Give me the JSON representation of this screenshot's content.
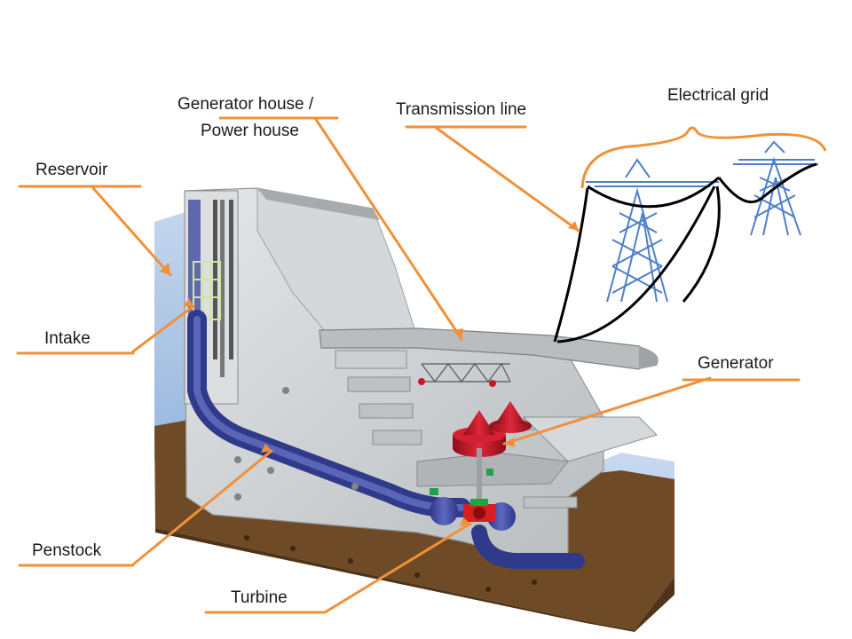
{
  "labels": {
    "reservoir": "Reservoir",
    "intake": "Intake",
    "penstock": "Penstock",
    "turbine": "Turbine",
    "generator_house_line1": "Generator house /",
    "generator_house_line2": "Power house",
    "transmission_line": "Transmission line",
    "electrical_grid": "Electrical grid",
    "generator": "Generator"
  },
  "colors": {
    "callout": "#f0913a",
    "concrete": "#c9ccce",
    "water": "#a9c4e3",
    "soil": "#6e4a26",
    "penstock": "#3f4aa0",
    "tower": "#4f7fc9",
    "generator": "#c8182a",
    "turbine": "#d42020"
  },
  "icons": [
    "transmission-tower-icon",
    "generator-icon",
    "turbine-icon"
  ]
}
